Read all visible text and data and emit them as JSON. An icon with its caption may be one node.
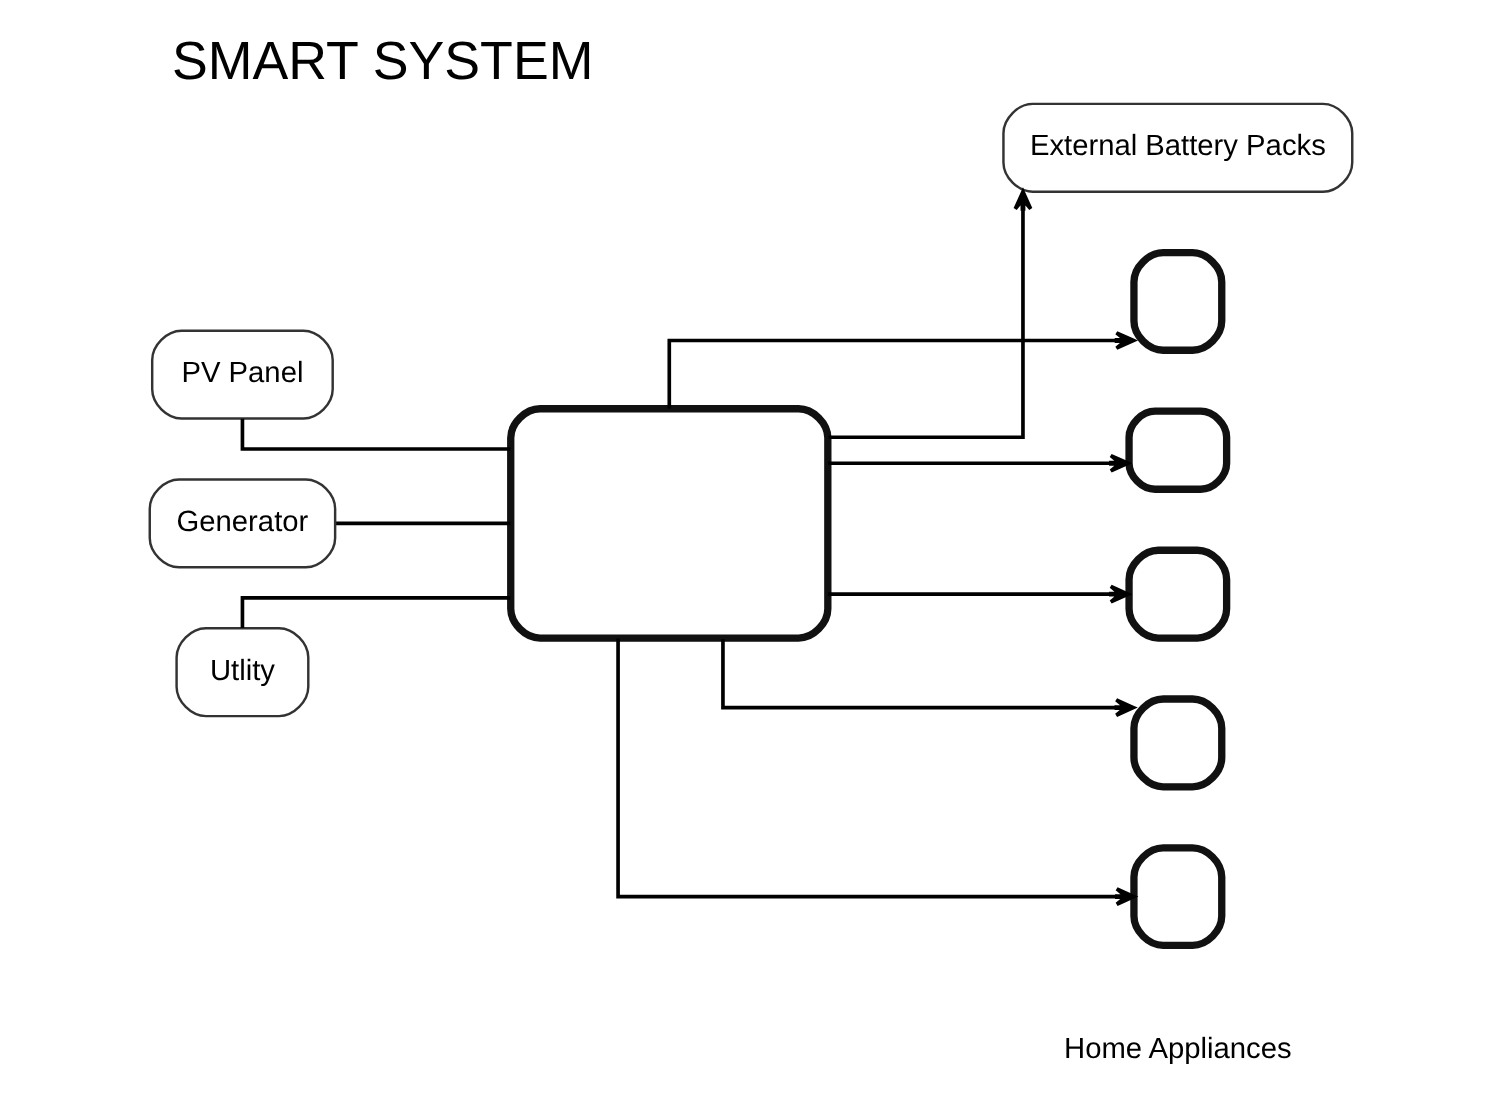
{
  "diagram": {
    "title": "SMART SYSTEM",
    "nodes": [
      {
        "text": [
          "PV Panel"
        ]
      },
      {
        "text": [
          "Generator"
        ]
      },
      {
        "text": [
          "Utlity"
        ]
      },
      {
        "text": [],
        "shape": "box"
      },
      {
        "text": [
          "External Battery Packs"
        ]
      },
      {
        "text": [],
        "shape": "box"
      },
      {
        "text": [],
        "shape": "box"
      },
      {
        "text": [],
        "shape": "box"
      },
      {
        "text": [],
        "shape": "box"
      },
      {
        "text": [],
        "shape": "box"
      }
    ],
    "edges": [
      {
        "from": 0,
        "to": 3,
        "arrow": "none"
      },
      {
        "from": 1,
        "to": 3,
        "arrow": "none"
      },
      {
        "from": 2,
        "to": 3,
        "arrow": "none"
      },
      {
        "from": 3,
        "to": 4,
        "arrow": "to"
      },
      {
        "from": 3,
        "to": 5,
        "arrow": "to"
      },
      {
        "from": 3,
        "to": 6,
        "arrow": "to"
      },
      {
        "from": 3,
        "to": 7,
        "arrow": "to"
      },
      {
        "from": 3,
        "to": 8,
        "arrow": "to"
      },
      {
        "from": 3,
        "to": 9,
        "arrow": "to"
      }
    ],
    "labels": [
      "Home Appliances"
    ]
  }
}
